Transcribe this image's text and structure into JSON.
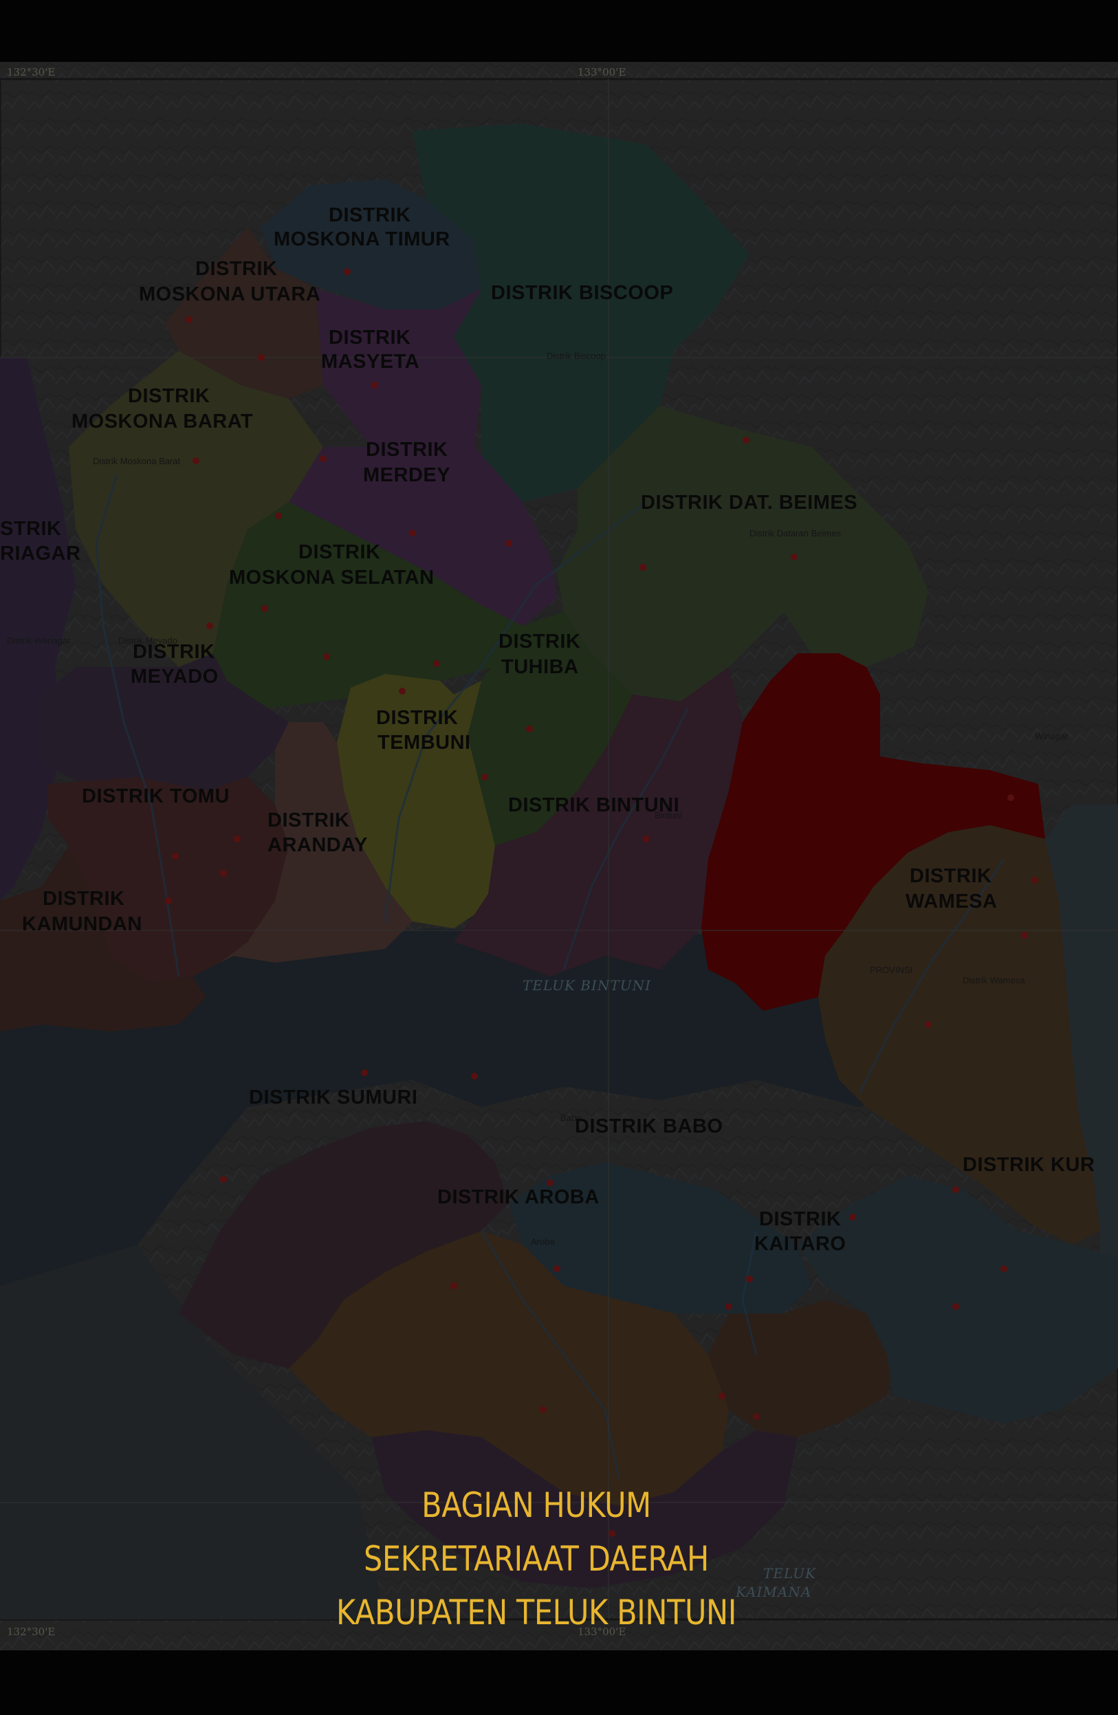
{
  "colors": {
    "background": "#030303",
    "caption": "#e8b62f",
    "highlight_district": "#5a0202",
    "sea": "#1d2428",
    "land": "#2b2c2d"
  },
  "map": {
    "coordinates": {
      "top_left": "132°30'E",
      "top_mid": "133°00'E",
      "bottom_left": "132°30'E",
      "bottom_mid": "133°00'E"
    },
    "districts": [
      {
        "id": "moskona-timur",
        "lines": [
          "DISTRIK",
          "MOSKONA TIMUR"
        ]
      },
      {
        "id": "biscoop",
        "lines": [
          "DISTRIK BISCOOP"
        ]
      },
      {
        "id": "moskona-utara",
        "lines": [
          "DISTRIK",
          "MOSKONA UTARA"
        ]
      },
      {
        "id": "masyeta",
        "lines": [
          "DISTRIK",
          "MASYETA"
        ]
      },
      {
        "id": "moskona-barat",
        "lines": [
          "DISTRIK",
          "MOSKONA BARAT"
        ]
      },
      {
        "id": "merdey",
        "lines": [
          "DISTRIK",
          "MERDEY"
        ]
      },
      {
        "id": "dat-beimes",
        "lines": [
          "DISTRIK DAT. BEIMES"
        ]
      },
      {
        "id": "weriagar",
        "lines": [
          "STRIK",
          "RIAGAR"
        ]
      },
      {
        "id": "moskona-selatan",
        "lines": [
          "DISTRIK",
          "MOSKONA SELATAN"
        ]
      },
      {
        "id": "tuhiba",
        "lines": [
          "DISTRIK",
          "TUHIBA"
        ]
      },
      {
        "id": "meyado",
        "lines": [
          "DISTRIK",
          "MEYADO"
        ]
      },
      {
        "id": "tembuni",
        "lines": [
          "DISTRIK",
          "TEMBUNI"
        ]
      },
      {
        "id": "tomu",
        "lines": [
          "DISTRIK TOMU"
        ]
      },
      {
        "id": "bintuni",
        "lines": [
          "DISTRIK BINTUNI"
        ]
      },
      {
        "id": "aranday",
        "lines": [
          "DISTRIK",
          "ARANDAY"
        ]
      },
      {
        "id": "wamesa",
        "lines": [
          "DISTRIK",
          "WAMESA"
        ]
      },
      {
        "id": "kamundan",
        "lines": [
          "DISTRIK",
          "KAMUNDAN"
        ]
      },
      {
        "id": "sumuri",
        "lines": [
          "DISTRIK SUMURI"
        ]
      },
      {
        "id": "babo",
        "lines": [
          "DISTRIK BABO"
        ]
      },
      {
        "id": "kuri",
        "lines": [
          "DISTRIK KUR"
        ]
      },
      {
        "id": "aroba",
        "lines": [
          "DISTRIK AROBA"
        ]
      },
      {
        "id": "kaitaro",
        "lines": [
          "DISTRIK",
          "KAITARO"
        ]
      }
    ],
    "towns": {
      "distrik_biscoop": "Distrik Biscoop",
      "distrik_moskona_barat": "Distrik Moskona Barat",
      "distrik_dataran_beimes": "Distrik Dataran Beimes",
      "distrik_meyado": "Distrik Meyado",
      "distrik_weriagar": "Distrik Weriagar",
      "distrik_wamesa": "Distrik Wamesa",
      "provinsi": "PROVINSI",
      "bintuni": "Bintuni",
      "babo": "Babo",
      "aroba": "Aroba",
      "wiriagar": "Wiriagar"
    },
    "water_labels": {
      "teluk_bintuni": "TELUK BINTUNI",
      "teluk_kaimana_1": "TELUK",
      "teluk_kaimana_2": "KAIMANA"
    }
  },
  "caption": {
    "line1": "BAGIAN HUKUM",
    "line2": "SEKRETARIAAT DAERAH",
    "line3": "KABUPATEN TELUK BINTUNI"
  }
}
